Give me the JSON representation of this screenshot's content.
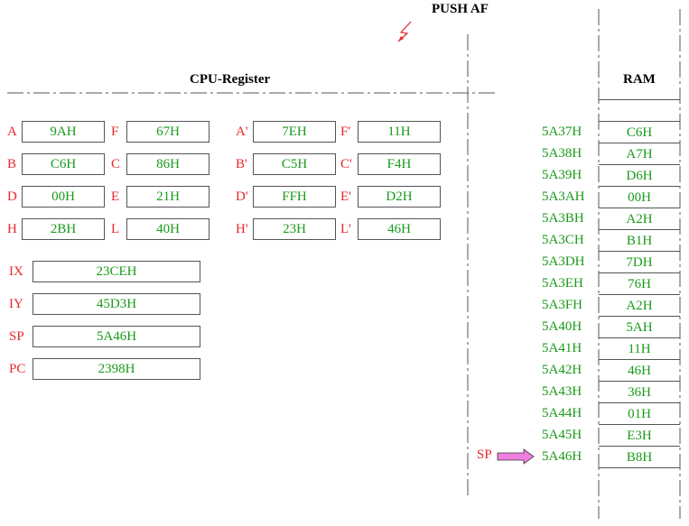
{
  "title": "PUSH AF",
  "cpu": {
    "heading": "CPU-Register",
    "pairs": [
      {
        "l1": "A",
        "v1": "9AH",
        "l2": "F",
        "v2": "67H",
        "l3": "A'",
        "v3": "7EH",
        "l4": "F'",
        "v4": "11H"
      },
      {
        "l1": "B",
        "v1": "C6H",
        "l2": "C",
        "v2": "86H",
        "l3": "B'",
        "v3": "C5H",
        "l4": "C'",
        "v4": "F4H"
      },
      {
        "l1": "D",
        "v1": "00H",
        "l2": "E",
        "v2": "21H",
        "l3": "D'",
        "v3": "FFH",
        "l4": "E'",
        "v4": "D2H"
      },
      {
        "l1": "H",
        "v1": "2BH",
        "l2": "L",
        "v2": "40H",
        "l3": "H'",
        "v3": "23H",
        "l4": "L'",
        "v4": "46H"
      }
    ],
    "wide": [
      {
        "label": "IX",
        "value": "23CEH"
      },
      {
        "label": "IY",
        "value": "45D3H"
      },
      {
        "label": "SP",
        "value": "5A46H"
      },
      {
        "label": "PC",
        "value": "2398H"
      }
    ]
  },
  "ram": {
    "heading": "RAM",
    "rows": [
      {
        "addr": "5A37H",
        "value": "C6H"
      },
      {
        "addr": "5A38H",
        "value": "A7H"
      },
      {
        "addr": "5A39H",
        "value": "D6H"
      },
      {
        "addr": "5A3AH",
        "value": "00H"
      },
      {
        "addr": "5A3BH",
        "value": "A2H"
      },
      {
        "addr": "5A3CH",
        "value": "B1H"
      },
      {
        "addr": "5A3DH",
        "value": "7DH"
      },
      {
        "addr": "5A3EH",
        "value": "76H"
      },
      {
        "addr": "5A3FH",
        "value": "A2H"
      },
      {
        "addr": "5A40H",
        "value": "5AH"
      },
      {
        "addr": "5A41H",
        "value": "11H"
      },
      {
        "addr": "5A42H",
        "value": "46H"
      },
      {
        "addr": "5A43H",
        "value": "36H"
      },
      {
        "addr": "5A44H",
        "value": "01H"
      },
      {
        "addr": "5A45H",
        "value": "E3H"
      },
      {
        "addr": "5A46H",
        "value": "B8H"
      }
    ],
    "sp_pointer_label": "SP"
  },
  "colors": {
    "label": "#e8262c",
    "value": "#1a9a1a",
    "arrow": "#f080e0"
  }
}
